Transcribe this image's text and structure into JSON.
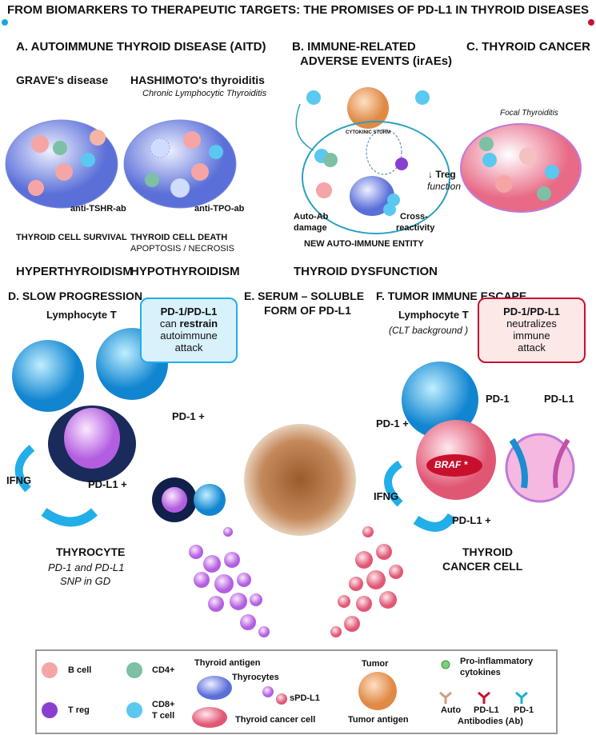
{
  "title": "FROM BIOMARKERS TO THERAPEUTIC TARGETS: THE PROMISES OF PD-L1 IN THYROID DISEASES",
  "colors": {
    "gradient_start": "#1aa8e0",
    "gradient_mid": "#b77fd0",
    "gradient_end": "#c8102e",
    "blue_box": "#d8f1fb",
    "red_box": "#fde8e8"
  },
  "panel_a": {
    "heading": "A.  AUTOIMMUNE THYROID DISEASE (AITD)",
    "graves": {
      "title": "GRAVE's disease",
      "antibody": "anti-TSHR-ab",
      "outcome": "THYROID CELL SURVIVAL",
      "result": "HYPERTHYROIDISM"
    },
    "hashimoto": {
      "title": "HASHIMOTO's thyroiditis",
      "subtitle": "Chronic Lymphocytic Thyroiditis",
      "antibody": "anti-TPO-ab",
      "outcome": "THYROID CELL DEATH",
      "outcome_detail": "APOPTOSIS / NECROSIS",
      "result": "HYPOTHYROIDISM"
    }
  },
  "panel_b": {
    "heading_line1": "B.   IMMUNE-RELATED",
    "heading_line2": "ADVERSE EVENTS (irAEs)",
    "storm": "CYTOKINIC STORM",
    "treg": "Treg",
    "treg_arrow": "↓",
    "treg_function": "function",
    "auto_ab_1": "Auto-Ab",
    "auto_ab_2": "damage",
    "cross_1": "Cross-",
    "cross_2": "reactivity",
    "entity": "NEW AUTO-IMMUNE ENTITY",
    "result": "THYROID DYSFUNCTION"
  },
  "panel_c": {
    "heading": "C. THYROID CANCER",
    "subtitle": "Focal Thyroiditis"
  },
  "panel_d": {
    "heading": "D. SLOW PROGRESSION",
    "lymphocyte": "Lymphocyte T",
    "box_line1": "PD-1/PD-L1",
    "box_line2_pre": "can ",
    "box_line2_bold": "restrain",
    "box_line3": "autoimmune",
    "box_line4": "attack",
    "pd1": "PD-1 +",
    "ifng": "IFNG",
    "pdl1": "PD-L1 +",
    "cell": "THYROCYTE",
    "snp_1": "PD-1 and PD-L1",
    "snp_2": "SNP in GD"
  },
  "panel_e": {
    "heading_line1": "E.   SERUM – SOLUBLE",
    "heading_line2": "FORM OF PD-L1"
  },
  "panel_f": {
    "heading": "F.  TUMOR IMMUNE ESCAPE",
    "lymphocyte": "Lymphocyte T",
    "background": "(CLT background )",
    "box_line1": "PD-1/PD-L1",
    "box_line2": "neutralizes",
    "box_line3": "immune",
    "box_line4": "attack",
    "pd1_label": "PD-1",
    "pdl1_label": "PD-L1",
    "pd1": "PD-1 +",
    "ifng": "IFNG",
    "braf": "BRAF *",
    "pdl1": "PD-L1 +",
    "cell_1": "THYROID",
    "cell_2": "CANCER CELL"
  },
  "legend": {
    "b_cell": "B cell",
    "cd4": "CD4+",
    "treg": "T reg",
    "cd8_1": "CD8+",
    "cd8_2": "T cell",
    "thyroid_antigen": "Thyroid antigen",
    "thyrocytes": "Thyrocytes",
    "spdl1": "sPD-L1",
    "cancer_cell": "Thyroid cancer cell",
    "tumor": "Tumor",
    "tumor_antigen": "Tumor antigen",
    "cytokines_1": "Pro-inflammatory",
    "cytokines_2": "cytokines",
    "ab_auto": "Auto",
    "ab_pdl1": "PD-L1",
    "ab_pd1": "PD-1",
    "antibodies": "Antibodies (Ab)"
  }
}
